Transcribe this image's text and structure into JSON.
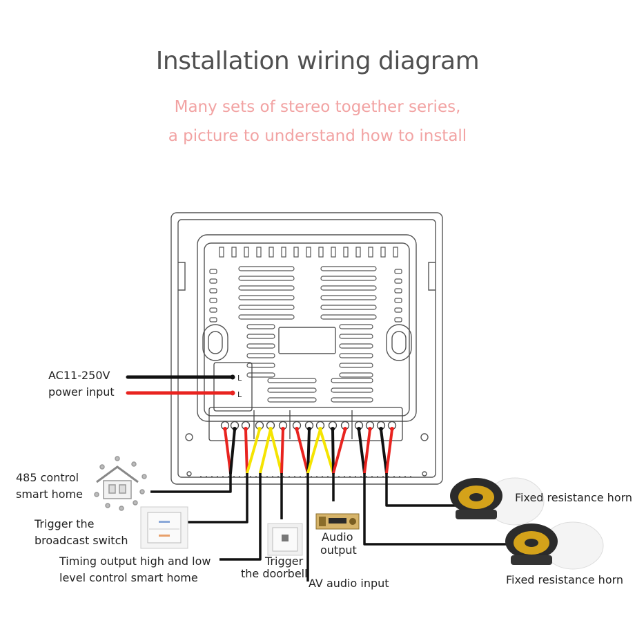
{
  "title": "Installation wiring diagram",
  "subtitle_line1": "Many sets of stereo together series,",
  "subtitle_line2": "a picture to understand how to install",
  "labels": {
    "power_line1": "AC11-250V",
    "power_line2": "power input",
    "rs485_line1": "485 control",
    "rs485_line2": "smart home",
    "trigger_broadcast_line1": "Trigger the",
    "trigger_broadcast_line2": "broadcast switch",
    "timing_line1": "Timing output high and low",
    "timing_line2": "level control smart home",
    "doorbell_line1": "Trigger",
    "doorbell_line2": "the doorbell",
    "av_input": "AV audio input",
    "audio_output_line1": "Audio",
    "audio_output_line2": "output",
    "horn1": "Fixed resistance horn",
    "horn2": "Fixed resistance horn"
  },
  "terminal_marks": {
    "live": "L",
    "neutral": "L"
  },
  "colors": {
    "title": "#505050",
    "subtitle": "#f2a3a3",
    "wire_black": "#111111",
    "wire_red": "#e8231f",
    "wire_yellow": "#f5e400",
    "panel_outline": "#555555",
    "speaker_gold": "#d4a21a"
  },
  "icons": [
    "smart-home-icon",
    "wall-switch-icon",
    "doorbell-button-icon",
    "amplifier-icon",
    "ceiling-speaker-icon"
  ]
}
